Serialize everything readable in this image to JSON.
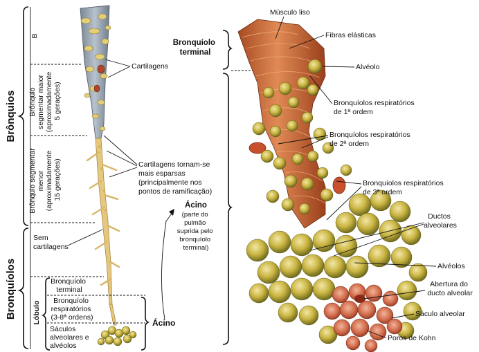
{
  "left_panel": {
    "group_bronquios": "Brônquios",
    "group_bronquiolos": "Bronquíolos",
    "seg_segmentar": "Brônquio segmentar",
    "seg_maior": [
      "Brônquio",
      "segmentar maior",
      "(aproximadamente",
      "5 gerações)"
    ],
    "seg_menor": [
      "Brônquio segmentar",
      "menor",
      "(aproximadamente",
      "15 gerações)"
    ],
    "sem_cartilagens": [
      "Sem",
      "cartilagens"
    ],
    "lobulo": "Lóbulo",
    "bronquiolo_terminal": [
      "Bronquíolo",
      "terminal"
    ],
    "bronquiolo_respiratorio": [
      "Bronquíolo",
      "respiratórios",
      "(3-8ª ordens)"
    ],
    "saculos": [
      "Sáculos",
      "alveolares e",
      "alvéolos"
    ],
    "acino_bottom": "Ácino",
    "cartilagens": "Cartilagens",
    "cartilagens_esparsas": [
      "Cartilagens tornam-se",
      "mais esparsas",
      "(principalmente nos",
      "pontos de ramificação)"
    ]
  },
  "center": {
    "bronquiolo_terminal_title": [
      "Bronquíolo",
      "terminal"
    ],
    "acino_title": "Ácino",
    "acino_desc": [
      "(parte do",
      "pulmão",
      "suprida pelo",
      "bronquíolo",
      "terminal)"
    ]
  },
  "right_panel": {
    "musculo_liso": "Músculo liso",
    "fibras_elasticas": "Fibras elásticas",
    "alveolo": "Alvéolo",
    "resp_1": [
      "Bronquíolos respiratórios",
      "de 1ª ordem"
    ],
    "resp_2": [
      "Bronquíolos respiratórios",
      "de 2ª ordem"
    ],
    "resp_3": [
      "Bronquíolos respiratórios",
      "de 3ª ordem"
    ],
    "ductos": [
      "Ductos",
      "alveolares"
    ],
    "alveolos": "Alvéolos",
    "abertura": [
      "Abertura do",
      "ducto alveolar"
    ],
    "saculo": "Sáculo alveolar",
    "poros": "Poros de Kohn"
  },
  "colors": {
    "bronchus_gray": "#9aa6b4",
    "cartilage_tan": "#e2cf7a",
    "airway_tan": "#e6c77e",
    "muscle_orange": "#cc6a34",
    "alveolus_olive": "#c9b441",
    "alveolus_green": "#7a9a2c",
    "sac_red": "#d16a4a"
  }
}
